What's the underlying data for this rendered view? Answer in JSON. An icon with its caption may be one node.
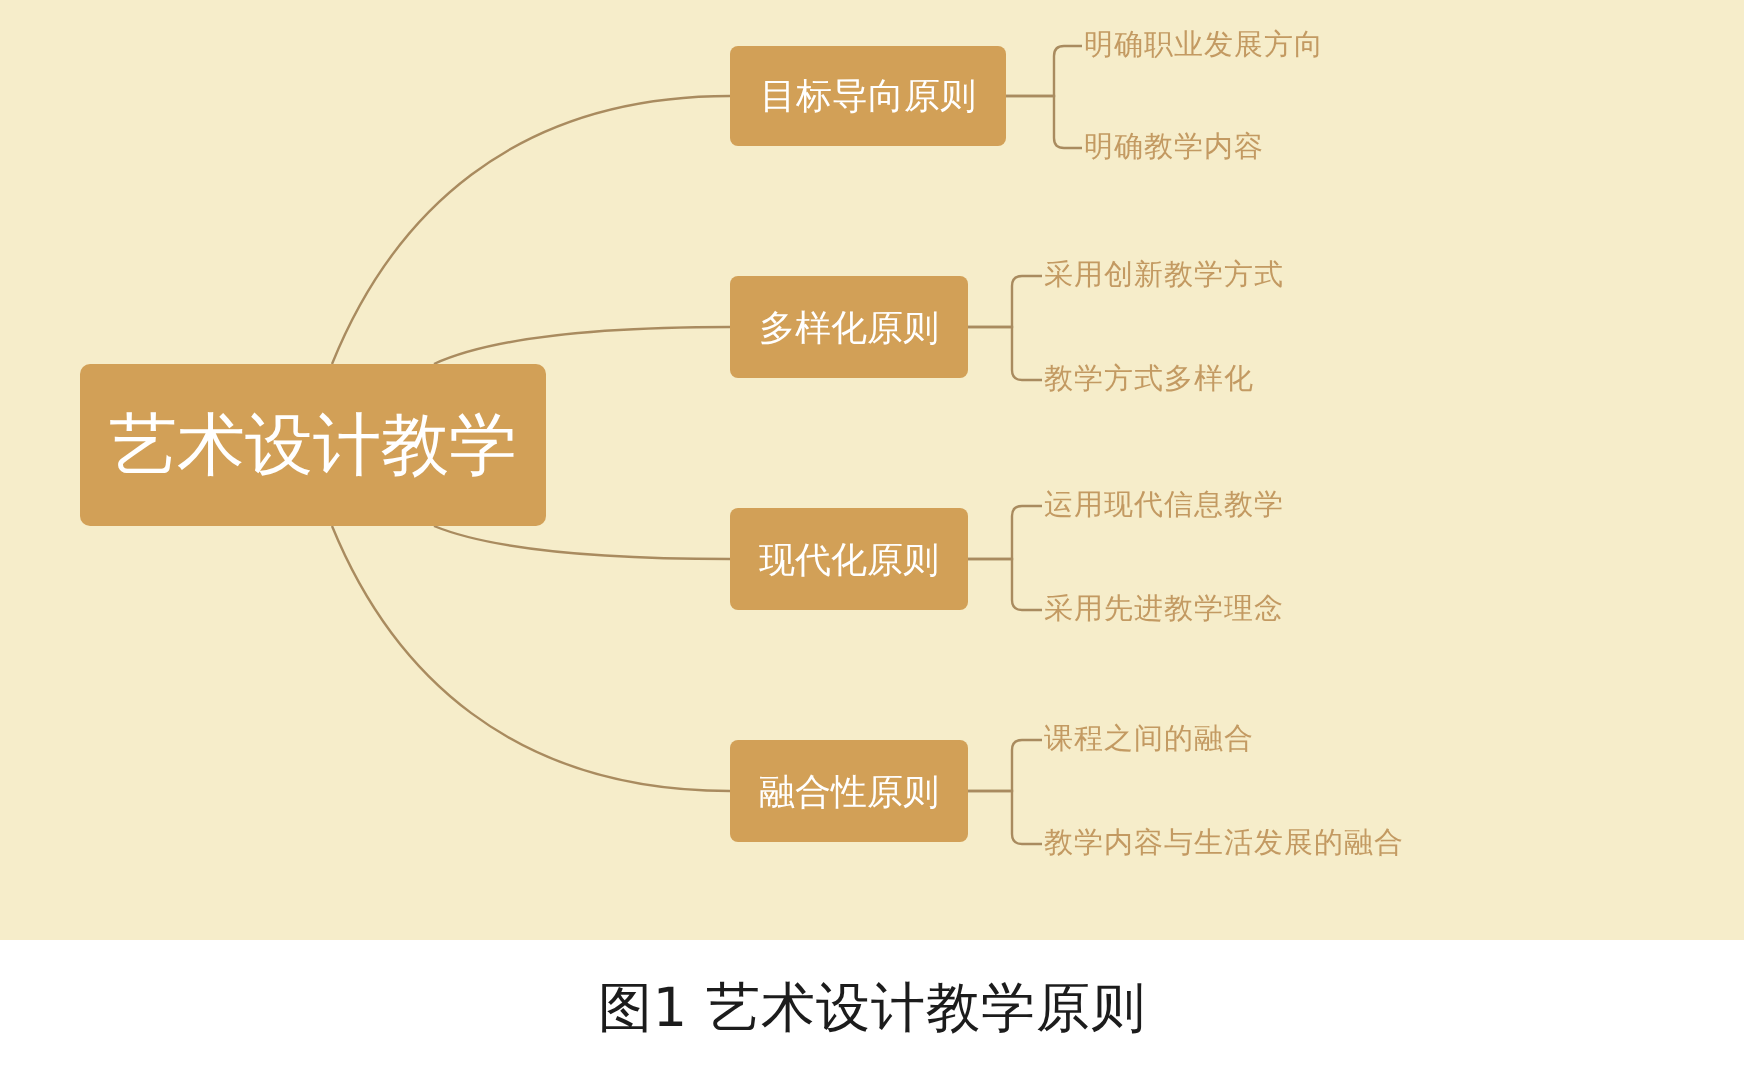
{
  "diagram": {
    "caption": "图1 艺术设计教学原则",
    "nodes": [
      {
        "text": [
          "艺术设计教学"
        ]
      },
      {
        "text": [
          "目标导向原则"
        ]
      },
      {
        "text": [
          "明确职业发展方向"
        ]
      },
      {
        "text": [
          "明确教学内容"
        ]
      },
      {
        "text": [
          "多样化原则"
        ]
      },
      {
        "text": [
          "采用创新教学方式"
        ]
      },
      {
        "text": [
          "教学方式多样化"
        ]
      },
      {
        "text": [
          "现代化原则"
        ]
      },
      {
        "text": [
          "运用现代信息教学"
        ]
      },
      {
        "text": [
          "采用先进教学理念"
        ]
      },
      {
        "text": [
          "融合性原则"
        ]
      },
      {
        "text": [
          "课程之间的融合"
        ]
      },
      {
        "text": [
          "教学内容与生活发展的融合"
        ]
      }
    ],
    "edges": [
      {
        "from": 0,
        "to": 1,
        "arrow": "none"
      },
      {
        "from": 0,
        "to": 4,
        "arrow": "none"
      },
      {
        "from": 0,
        "to": 7,
        "arrow": "none"
      },
      {
        "from": 0,
        "to": 10,
        "arrow": "none"
      },
      {
        "from": 1,
        "to": 2,
        "arrow": "none"
      },
      {
        "from": 1,
        "to": 3,
        "arrow": "none"
      },
      {
        "from": 4,
        "to": 5,
        "arrow": "none"
      },
      {
        "from": 4,
        "to": 6,
        "arrow": "none"
      },
      {
        "from": 7,
        "to": 8,
        "arrow": "none"
      },
      {
        "from": 7,
        "to": 9,
        "arrow": "none"
      },
      {
        "from": 10,
        "to": 11,
        "arrow": "none"
      },
      {
        "from": 10,
        "to": 12,
        "arrow": "none"
      }
    ]
  }
}
